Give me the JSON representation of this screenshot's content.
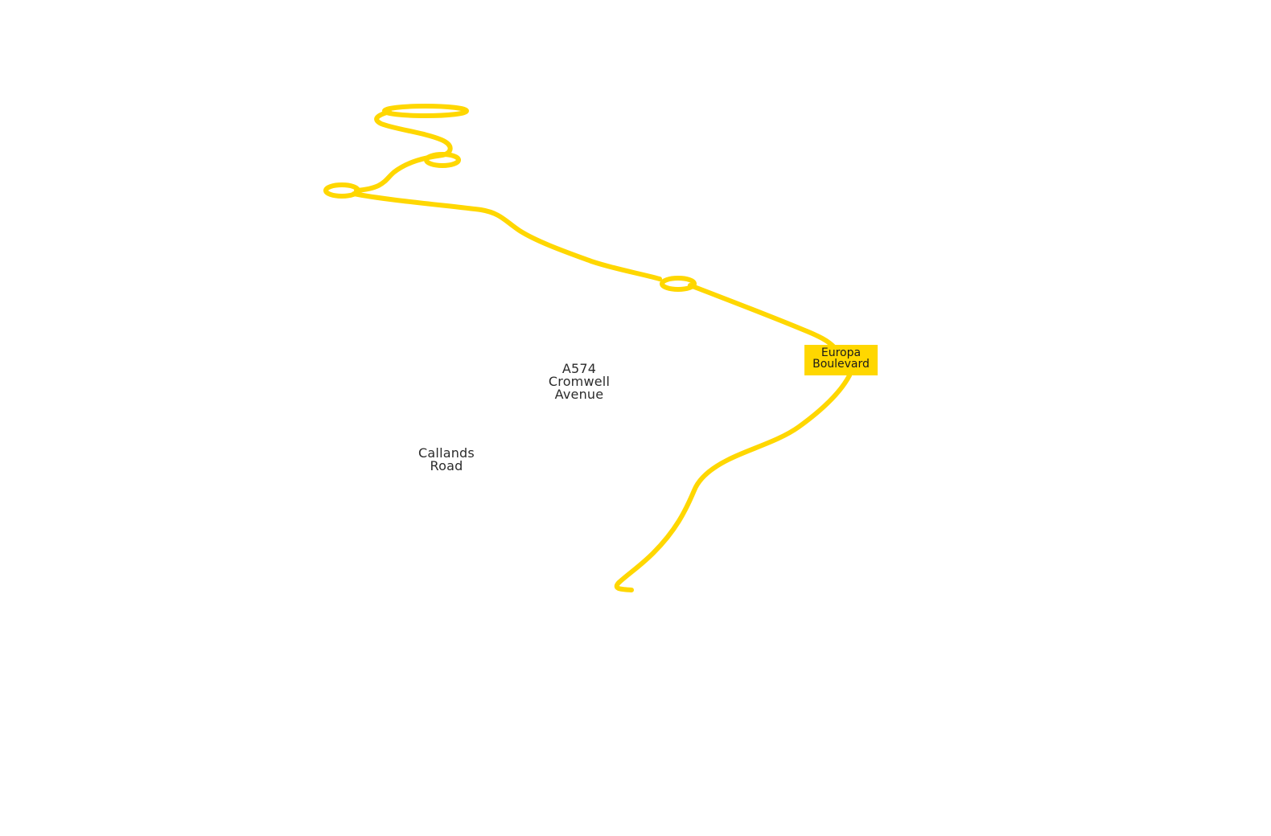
{
  "map": {
    "route_color": "#FFD700",
    "background": "#FFFFFF",
    "labels": {
      "cromwell": "A574\nCromwell\nAvenue",
      "callands": "Callands\nRoad",
      "europa": "Europa\nBoulevard"
    }
  }
}
